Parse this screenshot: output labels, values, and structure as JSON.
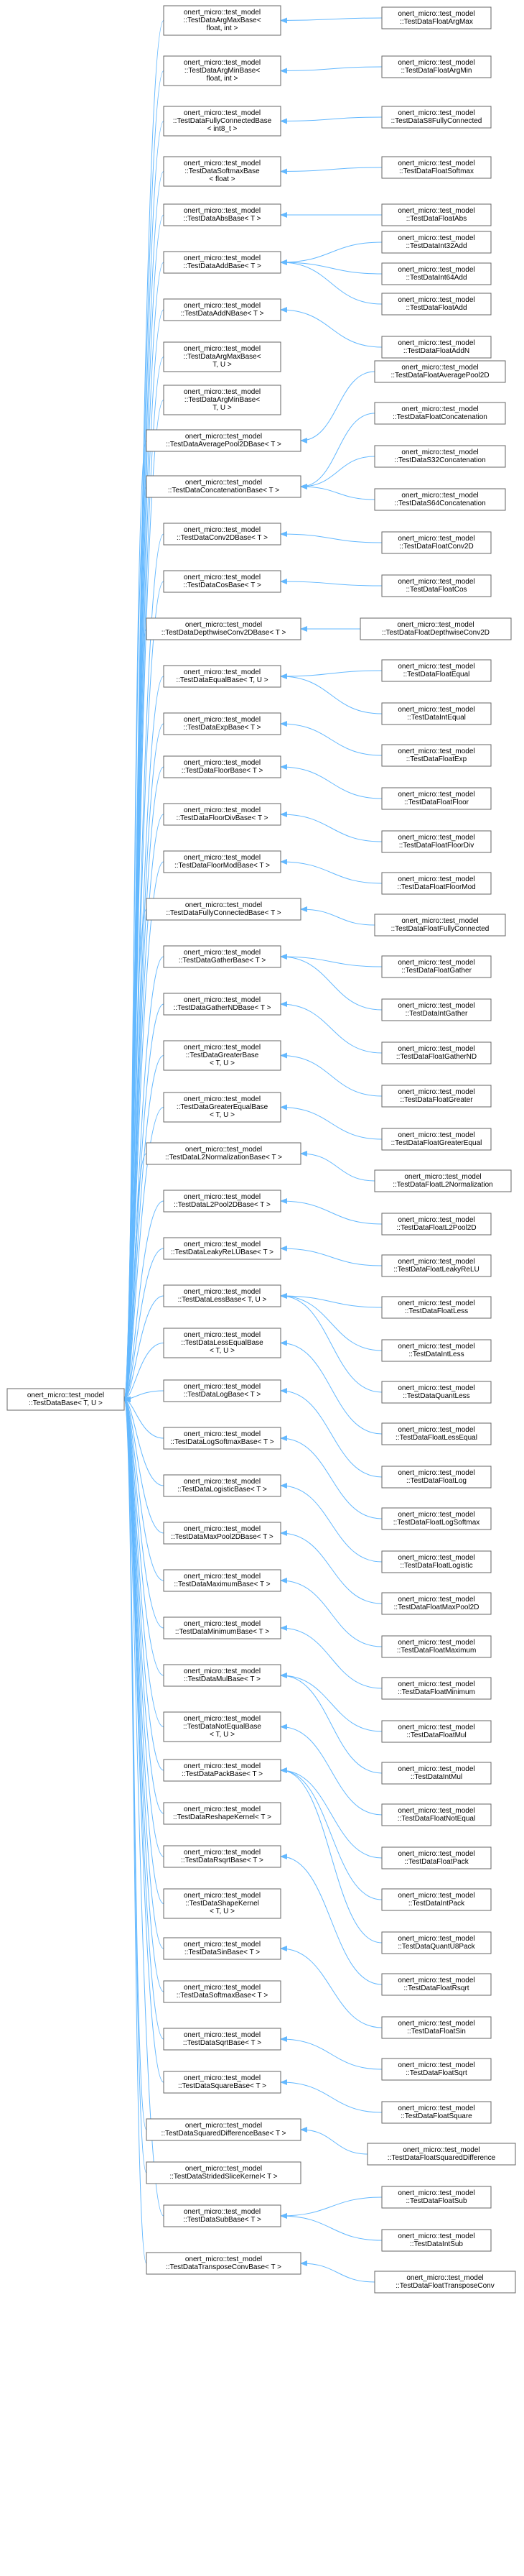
{
  "diagram": {
    "type": "inheritance-graph",
    "edge_color": "#63b8ff",
    "root": {
      "id": "root",
      "lines": [
        "onert_micro::test_model",
        "::TestDataBase< T, U >"
      ]
    },
    "bases": [
      {
        "id": "b_argmax",
        "lines": [
          "onert_micro::test_model",
          "::TestDataArgMaxBase<",
          "float, int >"
        ]
      },
      {
        "id": "b_argmin",
        "lines": [
          "onert_micro::test_model",
          "::TestDataArgMinBase<",
          "float, int >"
        ]
      },
      {
        "id": "b_fcint",
        "lines": [
          "onert_micro::test_model",
          "::TestDataFullyConnectedBase",
          "< int8_t >"
        ]
      },
      {
        "id": "b_smfloat",
        "lines": [
          "onert_micro::test_model",
          "::TestDataSoftmaxBase",
          "< float >"
        ]
      },
      {
        "id": "b_abs",
        "lines": [
          "onert_micro::test_model",
          "::TestDataAbsBase< T >"
        ]
      },
      {
        "id": "b_add",
        "lines": [
          "onert_micro::test_model",
          "::TestDataAddBase< T >"
        ]
      },
      {
        "id": "b_addn",
        "lines": [
          "onert_micro::test_model",
          "::TestDataAddNBase< T >"
        ]
      },
      {
        "id": "b_argmaxg",
        "lines": [
          "onert_micro::test_model",
          "::TestDataArgMaxBase<",
          "T, U >"
        ]
      },
      {
        "id": "b_argming",
        "lines": [
          "onert_micro::test_model",
          "::TestDataArgMinBase<",
          "T, U >"
        ]
      },
      {
        "id": "b_avgpool",
        "lines": [
          "onert_micro::test_model",
          "::TestDataAveragePool2DBase< T >"
        ]
      },
      {
        "id": "b_concat",
        "lines": [
          "onert_micro::test_model",
          "::TestDataConcatenationBase< T >"
        ]
      },
      {
        "id": "b_conv2d",
        "lines": [
          "onert_micro::test_model",
          "::TestDataConv2DBase< T >"
        ]
      },
      {
        "id": "b_cos",
        "lines": [
          "onert_micro::test_model",
          "::TestDataCosBase< T >"
        ]
      },
      {
        "id": "b_dwconv",
        "lines": [
          "onert_micro::test_model",
          "::TestDataDepthwiseConv2DBase< T >"
        ]
      },
      {
        "id": "b_equal",
        "lines": [
          "onert_micro::test_model",
          "::TestDataEqualBase< T, U >"
        ]
      },
      {
        "id": "b_exp",
        "lines": [
          "onert_micro::test_model",
          "::TestDataExpBase< T >"
        ]
      },
      {
        "id": "b_floor",
        "lines": [
          "onert_micro::test_model",
          "::TestDataFloorBase< T >"
        ]
      },
      {
        "id": "b_floordiv",
        "lines": [
          "onert_micro::test_model",
          "::TestDataFloorDivBase< T >"
        ]
      },
      {
        "id": "b_floormod",
        "lines": [
          "onert_micro::test_model",
          "::TestDataFloorModBase< T >"
        ]
      },
      {
        "id": "b_fc",
        "lines": [
          "onert_micro::test_model",
          "::TestDataFullyConnectedBase< T >"
        ]
      },
      {
        "id": "b_gather",
        "lines": [
          "onert_micro::test_model",
          "::TestDataGatherBase< T >"
        ]
      },
      {
        "id": "b_gathernd",
        "lines": [
          "onert_micro::test_model",
          "::TestDataGatherNDBase< T >"
        ]
      },
      {
        "id": "b_greater",
        "lines": [
          "onert_micro::test_model",
          "::TestDataGreaterBase",
          "< T, U >"
        ]
      },
      {
        "id": "b_greatereq",
        "lines": [
          "onert_micro::test_model",
          "::TestDataGreaterEqualBase",
          "< T, U >"
        ]
      },
      {
        "id": "b_l2norm",
        "lines": [
          "onert_micro::test_model",
          "::TestDataL2NormalizationBase< T >"
        ]
      },
      {
        "id": "b_l2pool",
        "lines": [
          "onert_micro::test_model",
          "::TestDataL2Pool2DBase< T >"
        ]
      },
      {
        "id": "b_leakyrelu",
        "lines": [
          "onert_micro::test_model",
          "::TestDataLeakyReLUBase< T >"
        ]
      },
      {
        "id": "b_less",
        "lines": [
          "onert_micro::test_model",
          "::TestDataLessBase< T, U >"
        ]
      },
      {
        "id": "b_lesseq",
        "lines": [
          "onert_micro::test_model",
          "::TestDataLessEqualBase",
          "< T, U >"
        ]
      },
      {
        "id": "b_log",
        "lines": [
          "onert_micro::test_model",
          "::TestDataLogBase< T >"
        ]
      },
      {
        "id": "b_logsoftmax",
        "lines": [
          "onert_micro::test_model",
          "::TestDataLogSoftmaxBase< T >"
        ]
      },
      {
        "id": "b_logistic",
        "lines": [
          "onert_micro::test_model",
          "::TestDataLogisticBase< T >"
        ]
      },
      {
        "id": "b_maxpool",
        "lines": [
          "onert_micro::test_model",
          "::TestDataMaxPool2DBase< T >"
        ]
      },
      {
        "id": "b_maximum",
        "lines": [
          "onert_micro::test_model",
          "::TestDataMaximumBase< T >"
        ]
      },
      {
        "id": "b_minimum",
        "lines": [
          "onert_micro::test_model",
          "::TestDataMinimumBase< T >"
        ]
      },
      {
        "id": "b_mul",
        "lines": [
          "onert_micro::test_model",
          "::TestDataMulBase< T >"
        ]
      },
      {
        "id": "b_notequal",
        "lines": [
          "onert_micro::test_model",
          "::TestDataNotEqualBase",
          "< T, U >"
        ]
      },
      {
        "id": "b_pack",
        "lines": [
          "onert_micro::test_model",
          "::TestDataPackBase< T >"
        ]
      },
      {
        "id": "b_reshape",
        "lines": [
          "onert_micro::test_model",
          "::TestDataReshapeKernel< T >"
        ]
      },
      {
        "id": "b_rsqrt",
        "lines": [
          "onert_micro::test_model",
          "::TestDataRsqrtBase< T >"
        ]
      },
      {
        "id": "b_shape",
        "lines": [
          "onert_micro::test_model",
          "::TestDataShapeKernel",
          "< T, U >"
        ]
      },
      {
        "id": "b_sin",
        "lines": [
          "onert_micro::test_model",
          "::TestDataSinBase< T >"
        ]
      },
      {
        "id": "b_softmax",
        "lines": [
          "onert_micro::test_model",
          "::TestDataSoftmaxBase< T >"
        ]
      },
      {
        "id": "b_sqrt",
        "lines": [
          "onert_micro::test_model",
          "::TestDataSqrtBase< T >"
        ]
      },
      {
        "id": "b_square",
        "lines": [
          "onert_micro::test_model",
          "::TestDataSquareBase< T >"
        ]
      },
      {
        "id": "b_sqdiff",
        "lines": [
          "onert_micro::test_model",
          "::TestDataSquaredDifferenceBase< T >"
        ]
      },
      {
        "id": "b_stridedslice",
        "lines": [
          "onert_micro::test_model",
          "::TestDataStridedSliceKernel< T >"
        ]
      },
      {
        "id": "b_sub",
        "lines": [
          "onert_micro::test_model",
          "::TestDataSubBase< T >"
        ]
      },
      {
        "id": "b_transconv",
        "lines": [
          "onert_micro::test_model",
          "::TestDataTransposeConvBase< T >"
        ]
      }
    ],
    "derived": [
      {
        "id": "d_argmax",
        "lines": [
          "onert_micro::test_model",
          "::TestDataFloatArgMax"
        ],
        "parent": "b_argmax"
      },
      {
        "id": "d_argmin",
        "lines": [
          "onert_micro::test_model",
          "::TestDataFloatArgMin"
        ],
        "parent": "b_argmin"
      },
      {
        "id": "d_s8fc",
        "lines": [
          "onert_micro::test_model",
          "::TestDataS8FullyConnected"
        ],
        "parent": "b_fcint"
      },
      {
        "id": "d_fsoftmax",
        "lines": [
          "onert_micro::test_model",
          "::TestDataFloatSoftmax"
        ],
        "parent": "b_smfloat"
      },
      {
        "id": "d_fabs",
        "lines": [
          "onert_micro::test_model",
          "::TestDataFloatAbs"
        ],
        "parent": "b_abs"
      },
      {
        "id": "d_int32add",
        "lines": [
          "onert_micro::test_model",
          "::TestDataInt32Add"
        ],
        "parent": "b_add"
      },
      {
        "id": "d_int64add",
        "lines": [
          "onert_micro::test_model",
          "::TestDataInt64Add"
        ],
        "parent": "b_add"
      },
      {
        "id": "d_fadd",
        "lines": [
          "onert_micro::test_model",
          "::TestDataFloatAdd"
        ],
        "parent": "b_add"
      },
      {
        "id": "d_faddn",
        "lines": [
          "onert_micro::test_model",
          "::TestDataFloatAddN"
        ],
        "parent": "b_addn"
      },
      {
        "id": "d_favgpool",
        "lines": [
          "onert_micro::test_model",
          "::TestDataFloatAveragePool2D"
        ],
        "parent": "b_avgpool"
      },
      {
        "id": "d_fconcat",
        "lines": [
          "onert_micro::test_model",
          "::TestDataFloatConcatenation"
        ],
        "parent": "b_concat"
      },
      {
        "id": "d_s32concat",
        "lines": [
          "onert_micro::test_model",
          "::TestDataS32Concatenation"
        ],
        "parent": "b_concat"
      },
      {
        "id": "d_s64concat",
        "lines": [
          "onert_micro::test_model",
          "::TestDataS64Concatenation"
        ],
        "parent": "b_concat"
      },
      {
        "id": "d_fconv2d",
        "lines": [
          "onert_micro::test_model",
          "::TestDataFloatConv2D"
        ],
        "parent": "b_conv2d"
      },
      {
        "id": "d_fcos",
        "lines": [
          "onert_micro::test_model",
          "::TestDataFloatCos"
        ],
        "parent": "b_cos"
      },
      {
        "id": "d_fdwconv",
        "lines": [
          "onert_micro::test_model",
          "::TestDataFloatDepthwiseConv2D"
        ],
        "parent": "b_dwconv"
      },
      {
        "id": "d_fequal",
        "lines": [
          "onert_micro::test_model",
          "::TestDataFloatEqual"
        ],
        "parent": "b_equal"
      },
      {
        "id": "d_intequal",
        "lines": [
          "onert_micro::test_model",
          "::TestDataIntEqual"
        ],
        "parent": "b_equal"
      },
      {
        "id": "d_fexp",
        "lines": [
          "onert_micro::test_model",
          "::TestDataFloatExp"
        ],
        "parent": "b_exp"
      },
      {
        "id": "d_ffloor",
        "lines": [
          "onert_micro::test_model",
          "::TestDataFloatFloor"
        ],
        "parent": "b_floor"
      },
      {
        "id": "d_ffloordiv",
        "lines": [
          "onert_micro::test_model",
          "::TestDataFloatFloorDiv"
        ],
        "parent": "b_floordiv"
      },
      {
        "id": "d_ffloormod",
        "lines": [
          "onert_micro::test_model",
          "::TestDataFloatFloorMod"
        ],
        "parent": "b_floormod"
      },
      {
        "id": "d_ffc",
        "lines": [
          "onert_micro::test_model",
          "::TestDataFloatFullyConnected"
        ],
        "parent": "b_fc"
      },
      {
        "id": "d_fgather",
        "lines": [
          "onert_micro::test_model",
          "::TestDataFloatGather"
        ],
        "parent": "b_gather"
      },
      {
        "id": "d_intgather",
        "lines": [
          "onert_micro::test_model",
          "::TestDataIntGather"
        ],
        "parent": "b_gather"
      },
      {
        "id": "d_fgathernd",
        "lines": [
          "onert_micro::test_model",
          "::TestDataFloatGatherND"
        ],
        "parent": "b_gathernd"
      },
      {
        "id": "d_fgreater",
        "lines": [
          "onert_micro::test_model",
          "::TestDataFloatGreater"
        ],
        "parent": "b_greater"
      },
      {
        "id": "d_fgreatereq",
        "lines": [
          "onert_micro::test_model",
          "::TestDataFloatGreaterEqual"
        ],
        "parent": "b_greatereq"
      },
      {
        "id": "d_fl2norm",
        "lines": [
          "onert_micro::test_model",
          "::TestDataFloatL2Normalization"
        ],
        "parent": "b_l2norm"
      },
      {
        "id": "d_fl2pool",
        "lines": [
          "onert_micro::test_model",
          "::TestDataFloatL2Pool2D"
        ],
        "parent": "b_l2pool"
      },
      {
        "id": "d_fleakyrelu",
        "lines": [
          "onert_micro::test_model",
          "::TestDataFloatLeakyReLU"
        ],
        "parent": "b_leakyrelu"
      },
      {
        "id": "d_fless",
        "lines": [
          "onert_micro::test_model",
          "::TestDataFloatLess"
        ],
        "parent": "b_less"
      },
      {
        "id": "d_intless",
        "lines": [
          "onert_micro::test_model",
          "::TestDataIntLess"
        ],
        "parent": "b_less"
      },
      {
        "id": "d_quantless",
        "lines": [
          "onert_micro::test_model",
          "::TestDataQuantLess"
        ],
        "parent": "b_less"
      },
      {
        "id": "d_flesseq",
        "lines": [
          "onert_micro::test_model",
          "::TestDataFloatLessEqual"
        ],
        "parent": "b_lesseq"
      },
      {
        "id": "d_flog",
        "lines": [
          "onert_micro::test_model",
          "::TestDataFloatLog"
        ],
        "parent": "b_log"
      },
      {
        "id": "d_flogsoftmax",
        "lines": [
          "onert_micro::test_model",
          "::TestDataFloatLogSoftmax"
        ],
        "parent": "b_logsoftmax"
      },
      {
        "id": "d_flogistic",
        "lines": [
          "onert_micro::test_model",
          "::TestDataFloatLogistic"
        ],
        "parent": "b_logistic"
      },
      {
        "id": "d_fmaxpool",
        "lines": [
          "onert_micro::test_model",
          "::TestDataFloatMaxPool2D"
        ],
        "parent": "b_maxpool"
      },
      {
        "id": "d_fmaximum",
        "lines": [
          "onert_micro::test_model",
          "::TestDataFloatMaximum"
        ],
        "parent": "b_maximum"
      },
      {
        "id": "d_fminimum",
        "lines": [
          "onert_micro::test_model",
          "::TestDataFloatMinimum"
        ],
        "parent": "b_minimum"
      },
      {
        "id": "d_fmul",
        "lines": [
          "onert_micro::test_model",
          "::TestDataFloatMul"
        ],
        "parent": "b_mul"
      },
      {
        "id": "d_intmul",
        "lines": [
          "onert_micro::test_model",
          "::TestDataIntMul"
        ],
        "parent": "b_mul"
      },
      {
        "id": "d_fnotequal",
        "lines": [
          "onert_micro::test_model",
          "::TestDataFloatNotEqual"
        ],
        "parent": "b_notequal"
      },
      {
        "id": "d_fpack",
        "lines": [
          "onert_micro::test_model",
          "::TestDataFloatPack"
        ],
        "parent": "b_pack"
      },
      {
        "id": "d_intpack",
        "lines": [
          "onert_micro::test_model",
          "::TestDataIntPack"
        ],
        "parent": "b_pack"
      },
      {
        "id": "d_quantu8pack",
        "lines": [
          "onert_micro::test_model",
          "::TestDataQuantU8Pack"
        ],
        "parent": "b_pack"
      },
      {
        "id": "d_frsqrt",
        "lines": [
          "onert_micro::test_model",
          "::TestDataFloatRsqrt"
        ],
        "parent": "b_rsqrt"
      },
      {
        "id": "d_fsin",
        "lines": [
          "onert_micro::test_model",
          "::TestDataFloatSin"
        ],
        "parent": "b_sin"
      },
      {
        "id": "d_fsqrt",
        "lines": [
          "onert_micro::test_model",
          "::TestDataFloatSqrt"
        ],
        "parent": "b_sqrt"
      },
      {
        "id": "d_fsquare",
        "lines": [
          "onert_micro::test_model",
          "::TestDataFloatSquare"
        ],
        "parent": "b_square"
      },
      {
        "id": "d_fsqdiff",
        "lines": [
          "onert_micro::test_model",
          "::TestDataFloatSquaredDifference"
        ],
        "parent": "b_sqdiff"
      },
      {
        "id": "d_fsub",
        "lines": [
          "onert_micro::test_model",
          "::TestDataFloatSub"
        ],
        "parent": "b_sub"
      },
      {
        "id": "d_intsub",
        "lines": [
          "onert_micro::test_model",
          "::TestDataIntSub"
        ],
        "parent": "b_sub"
      },
      {
        "id": "d_ftransconv",
        "lines": [
          "onert_micro::test_model",
          "::TestDataFloatTransposeConv"
        ],
        "parent": "b_transconv"
      }
    ]
  }
}
